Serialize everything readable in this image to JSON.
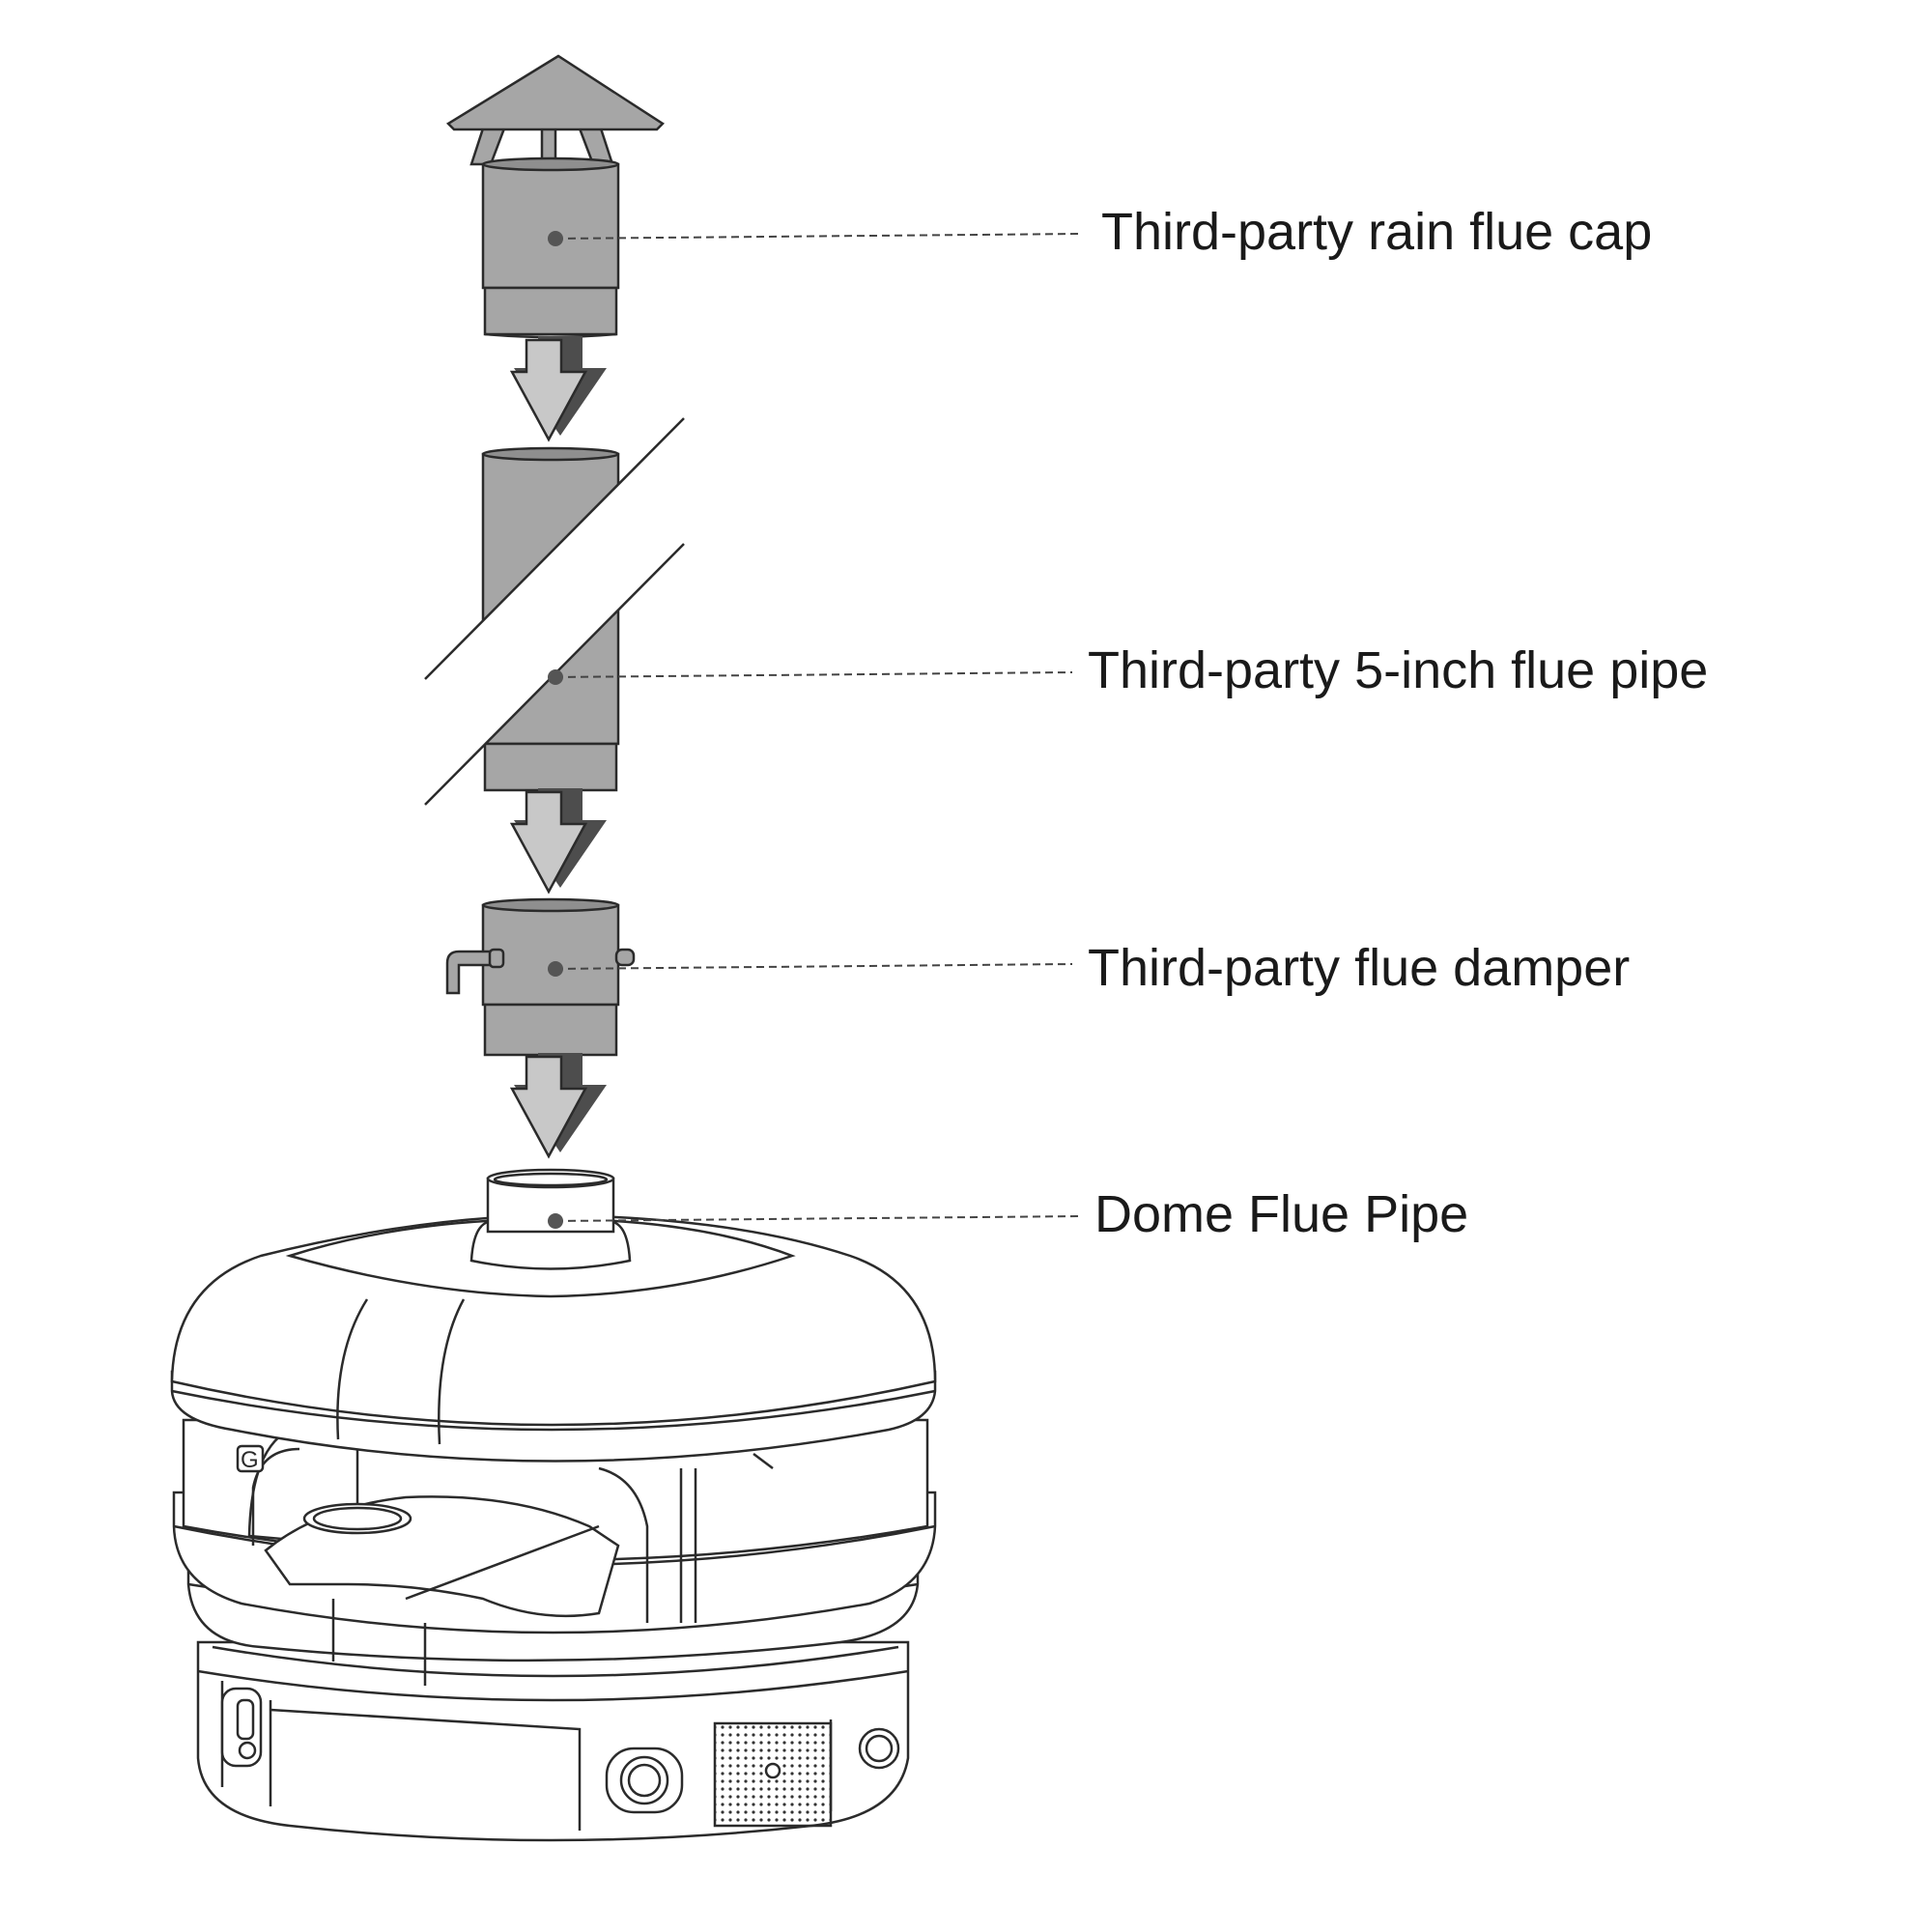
{
  "labels": {
    "rain_flue_cap": "Third-party rain flue cap",
    "flue_pipe": "Third-party 5-inch flue pipe",
    "flue_damper": "Third-party flue damper",
    "dome_flue_pipe": "Dome Flue Pipe"
  },
  "colors": {
    "part_fill": "#a6a6a6",
    "part_fill_light": "#b3b3b3",
    "arrow_fill": "#c8c8c8",
    "arrow_shadow": "#4d4d4d",
    "outline": "#2b2b2b",
    "oven_fill": "#ffffff",
    "leader_line": "#444444"
  },
  "icons": {
    "oven_logo": "g-logo-icon",
    "control_knob": "knob-icon",
    "vent_grille": "grille-icon"
  }
}
